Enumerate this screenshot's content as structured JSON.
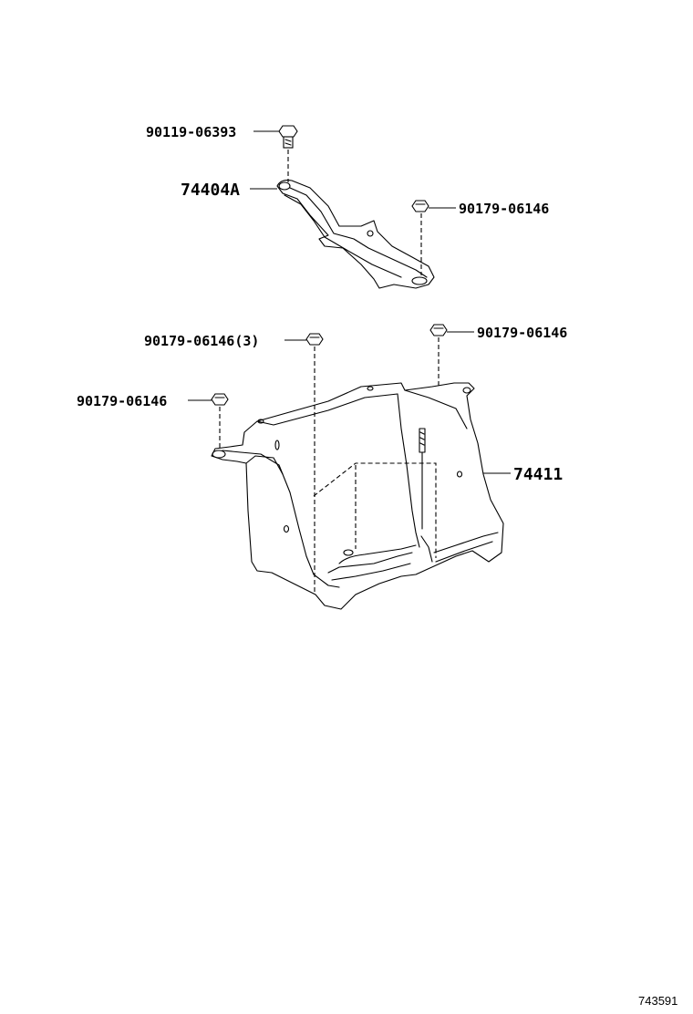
{
  "parts": [
    {
      "id": "bolt-top",
      "label": "90119-06393"
    },
    {
      "id": "bracket",
      "label": "74404A"
    },
    {
      "id": "bracket-nut",
      "label": "90179-06146"
    },
    {
      "id": "tray-nut-multi",
      "label": "90179-06146(3)"
    },
    {
      "id": "tray-nut-right",
      "label": "90179-06146"
    },
    {
      "id": "tray-nut-left",
      "label": "90179-06146"
    },
    {
      "id": "tray",
      "label": "74411"
    }
  ],
  "diagram_id": "743591"
}
